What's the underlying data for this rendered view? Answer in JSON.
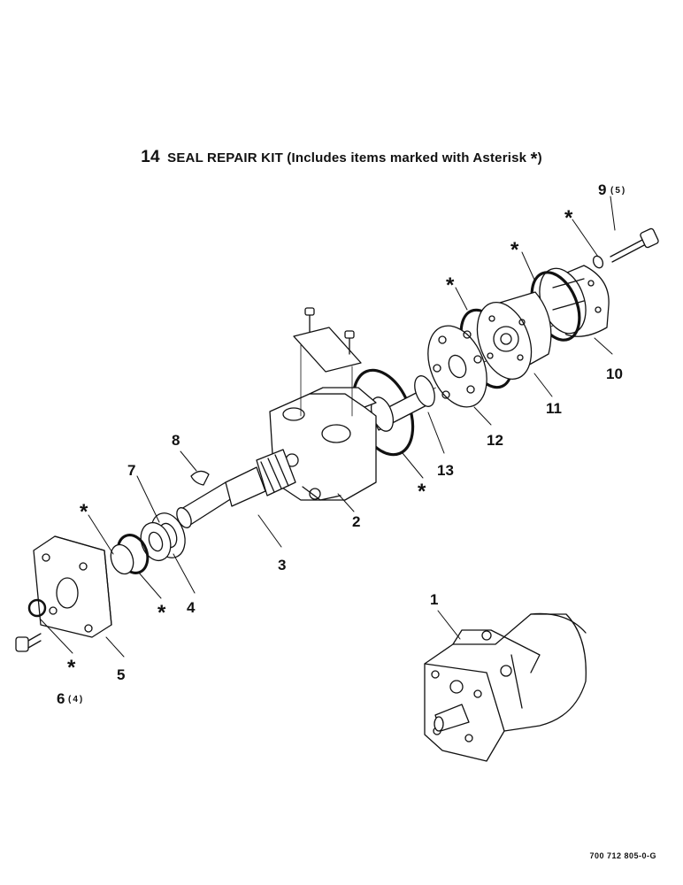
{
  "title": {
    "kit_number": "14",
    "text": "SEAL REPAIR KIT (Includes items marked with Asterisk",
    "asterisk": "*",
    "close": ")"
  },
  "labels": {
    "l1": "1",
    "l2": "2",
    "l3": "3",
    "l4": "4",
    "l5": "5",
    "l6": "6",
    "l6_qty": "(4)",
    "l7": "7",
    "l8": "8",
    "l9": "9",
    "l9_qty": "(5)",
    "l10": "10",
    "l11": "11",
    "l12": "12",
    "l13": "13"
  },
  "asterisk": "*",
  "doc_number": "700 712 805-0-G"
}
